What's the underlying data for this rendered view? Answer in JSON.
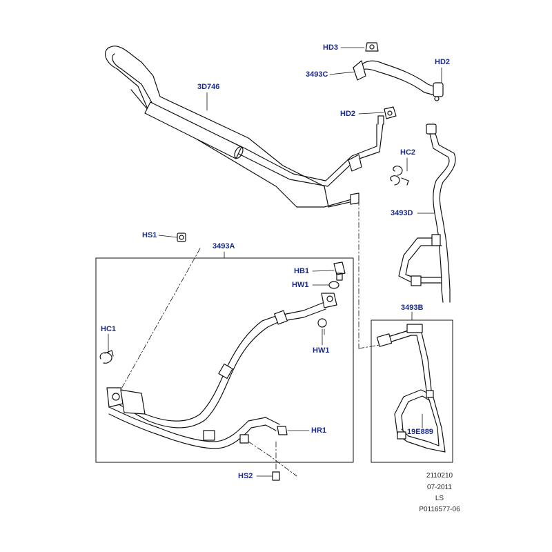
{
  "callouts": {
    "hd3": "HD3",
    "c3493c": "3493C",
    "hd2_top": "HD2",
    "hd2_mid": "HD2",
    "c3d746": "3D746",
    "hc2": "HC2",
    "c3493d": "3493D",
    "hs1": "HS1",
    "c3493a": "3493A",
    "hb1": "HB1",
    "hw1_top": "HW1",
    "hw1_bottom": "HW1",
    "hc1": "HC1",
    "c3493b": "3493B",
    "c19e889": "19E889",
    "hr1": "HR1",
    "hs2": "HS2"
  },
  "reference_block": {
    "line1": "2110210",
    "line2": "07-2011",
    "line3": "LS",
    "line4": "P0116577-06"
  }
}
